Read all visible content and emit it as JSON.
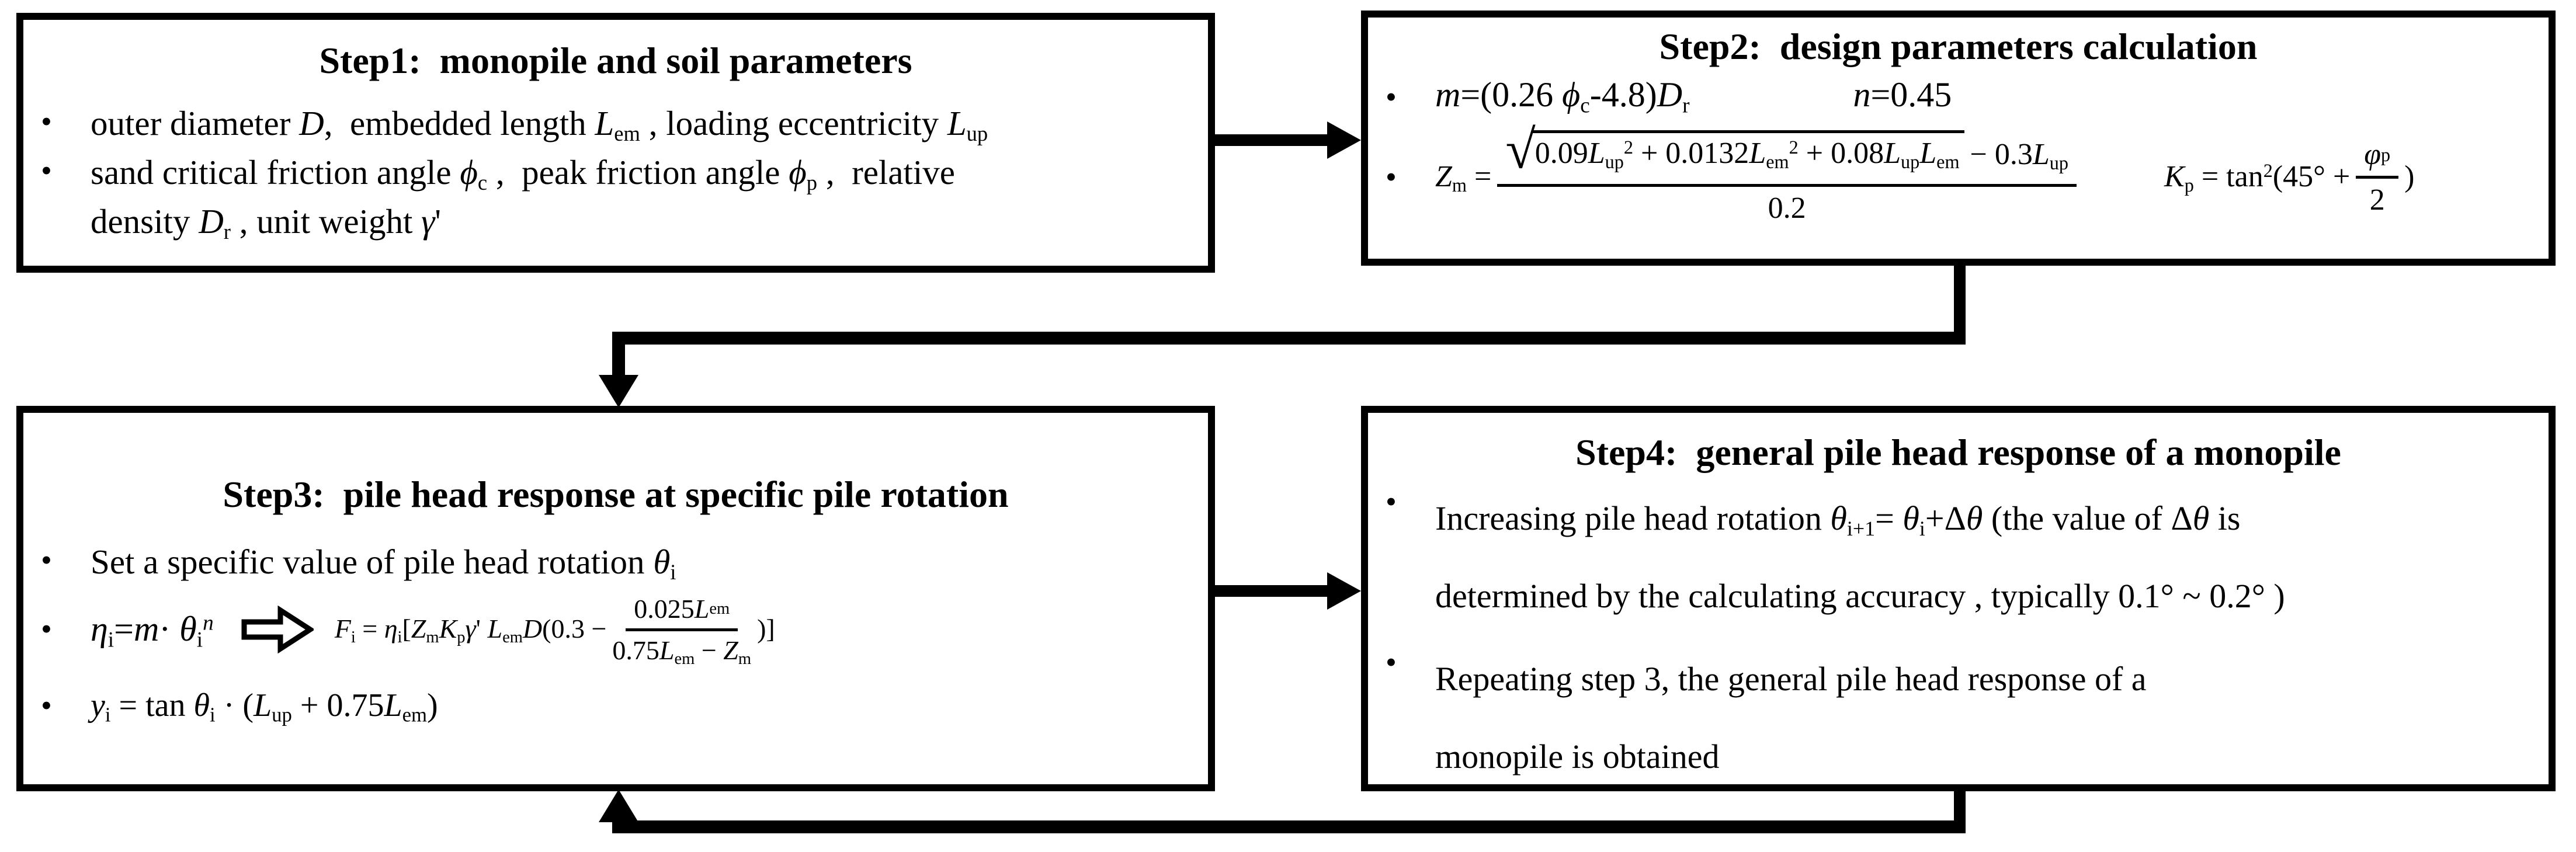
{
  "ui": {
    "bullet": "•",
    "radical": "√"
  },
  "colors": {
    "ink": "#000000",
    "background": "#ffffff"
  },
  "step1": {
    "title": "Step1:&nbsp; monopile and soil parameters",
    "bullet1": "outer diameter <i>D</i>,&nbsp; embedded length <i>L</i><sub>em</sub> , loading eccentricity <i>L</i><sub>up</sub>",
    "bullet2_lines": [
      "sand critical friction angle <i>ϕ</i><sub>c</sub> ,&nbsp; peak friction angle <i>ϕ</i><sub>p</sub> ,&nbsp; relative",
      "density <i>D</i><sub>r</sub> , unit weight <i>γ</i>'"
    ]
  },
  "step2": {
    "title": "Step2:&nbsp; design parameters calculation",
    "m_formula": "<i>m</i>=(0.26 <i>ϕ</i><sub>c</sub>-4.8)<i>D</i><sub>r</sub>",
    "n_formula": "<i>n</i>=0.45",
    "zm_lhs": "<i>Z</i><sub>m</sub> =",
    "zm_radicand": "0.09<i>L</i><sub>up</sub><sup>2</sup> + 0.0132<i>L</i><sub>em</sub><sup>2</sup> + 0.08<i>L</i><sub>up</sub><i>L</i><sub>em</sub>",
    "zm_after_radical": "− 0.3<i>L</i><sub>up</sub>",
    "zm_denominator": "0.2",
    "kp_lhs": "<i>K</i><sub>p</sub> = tan<sup>2</sup>(45° +",
    "kp_num": "<i>φ</i><sub>p</sub>",
    "kp_den": "2",
    "kp_close": ")"
  },
  "step3": {
    "title": "Step3:&nbsp; pile head response at specific pile rotation",
    "bullet1": "Set a specific value of pile head rotation <i>θ</i><sub>i</sub>",
    "eta_formula": "<i>η</i><sub>i</sub>=<i>m</i>· <i>θ</i><sub>i</sub><sup><i>n</i></sup>",
    "fi_lhs": "<i>F</i><sub>i</sub> = <i>η</i><sub>i</sub>[<i>Z</i><sub>m</sub><i>K</i><sub>p</sub><i>γ</i>' <i>L</i><sub>em</sub><i>D</i>(0.3 −",
    "fi_num": "0.025<i>L</i><sub>em</sub>",
    "fi_den": "0.75<i>L</i><sub>em</sub> − <i>Z</i><sub>m</sub>",
    "fi_close": ")]",
    "yi_formula": "<i>y</i><sub>i</sub> = tan <i>θ</i><sub>i</sub> · (<i>L</i><sub>up</sub> + 0.75<i>L</i><sub>em</sub>)"
  },
  "step4": {
    "title": "Step4:&nbsp; general pile head response of a monopile",
    "bullet1_lines": [
      "Increasing pile head rotation <i>θ</i><sub>i+1</sub>= <i>θ</i><sub>i</sub>+Δ<i>θ</i> (the value of Δ<i>θ</i> is",
      "determined by the calculating accuracy , typically 0.1° ~ 0.2° )"
    ],
    "bullet2_lines": [
      "Repeating step 3, the general pile head response of a",
      "monopile is obtained"
    ]
  }
}
